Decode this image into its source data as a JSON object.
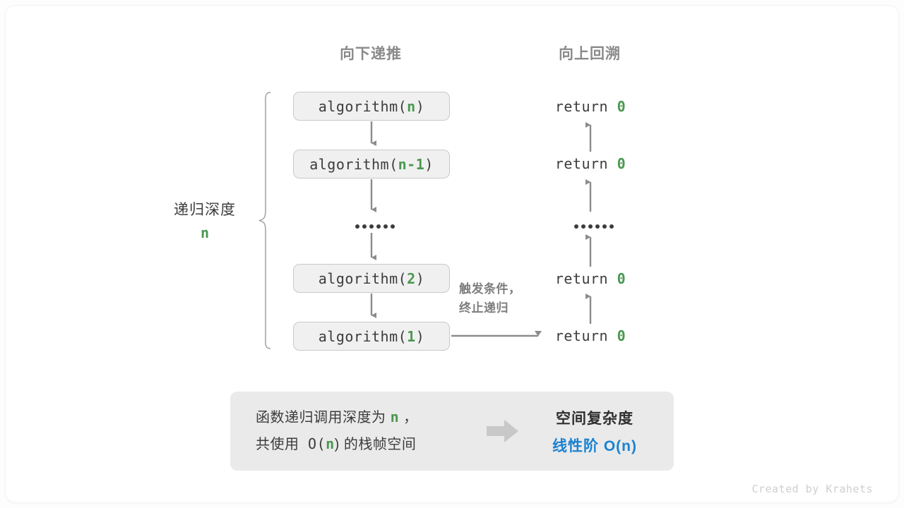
{
  "headers": {
    "down": "向下递推",
    "up": "向上回溯"
  },
  "depth": {
    "label": "递归深度",
    "value": "n"
  },
  "call_stack": [
    {
      "prefix": "algorithm(",
      "arg": "n",
      "suffix": ")"
    },
    {
      "prefix": "algorithm(",
      "arg": "n-1",
      "suffix": ")"
    },
    {
      "ellipsis": "••••••"
    },
    {
      "prefix": "algorithm(",
      "arg": "2",
      "suffix": ")"
    },
    {
      "prefix": "algorithm(",
      "arg": "1",
      "suffix": ")"
    }
  ],
  "returns": [
    {
      "text": "return ",
      "value": "0"
    },
    {
      "text": "return ",
      "value": "0"
    },
    {
      "ellipsis": "••••••"
    },
    {
      "text": "return ",
      "value": "0"
    },
    {
      "text": "return ",
      "value": "0"
    }
  ],
  "trigger_note": {
    "line1": "触发条件，",
    "line2": "终止递归"
  },
  "summary": {
    "left_line1_a": "函数递归调用深度为 ",
    "left_line1_var": "n",
    "left_line1_b": " ，",
    "left_line2_a": "共使用 O(",
    "left_line2_var": "n",
    "left_line2_b": ") 的栈帧空间",
    "arrow_icon": "right-block-arrow",
    "title": "空间复杂度",
    "value": "线性阶 O(n)"
  },
  "credit": "Created by Krahets",
  "colors": {
    "green": "#4a9850",
    "blue": "#1a82d2",
    "gray_text": "#3c3c3c",
    "gray_header": "#8a8a8a",
    "box_fill": "#f0f0f0",
    "box_border": "#c9c9c9",
    "panel_fill": "#eaeaea",
    "arrow": "#8c8c8c",
    "block_arrow": "#c8c8c8"
  }
}
